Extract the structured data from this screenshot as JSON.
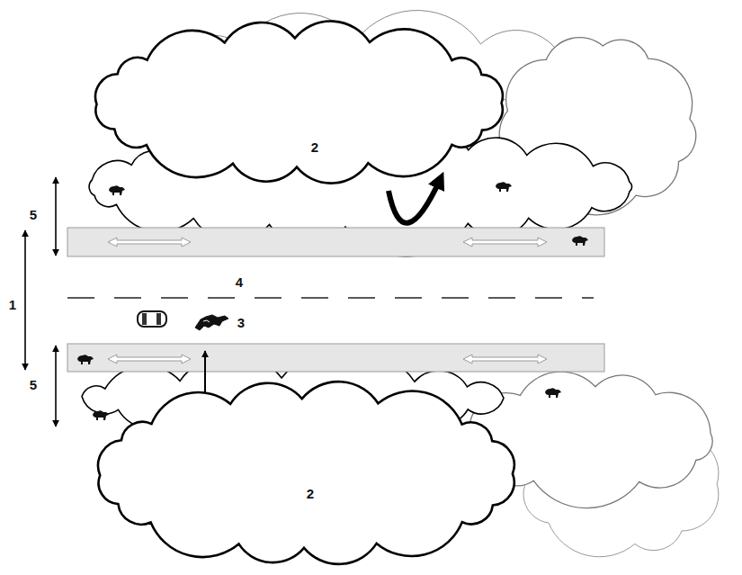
{
  "diagram": {
    "nodes": [
      {
        "text": [
          "2"
        ]
      },
      {
        "text": [
          "2"
        ]
      }
    ],
    "labels": [
      "5",
      "4",
      "1",
      "3",
      "5"
    ]
  }
}
